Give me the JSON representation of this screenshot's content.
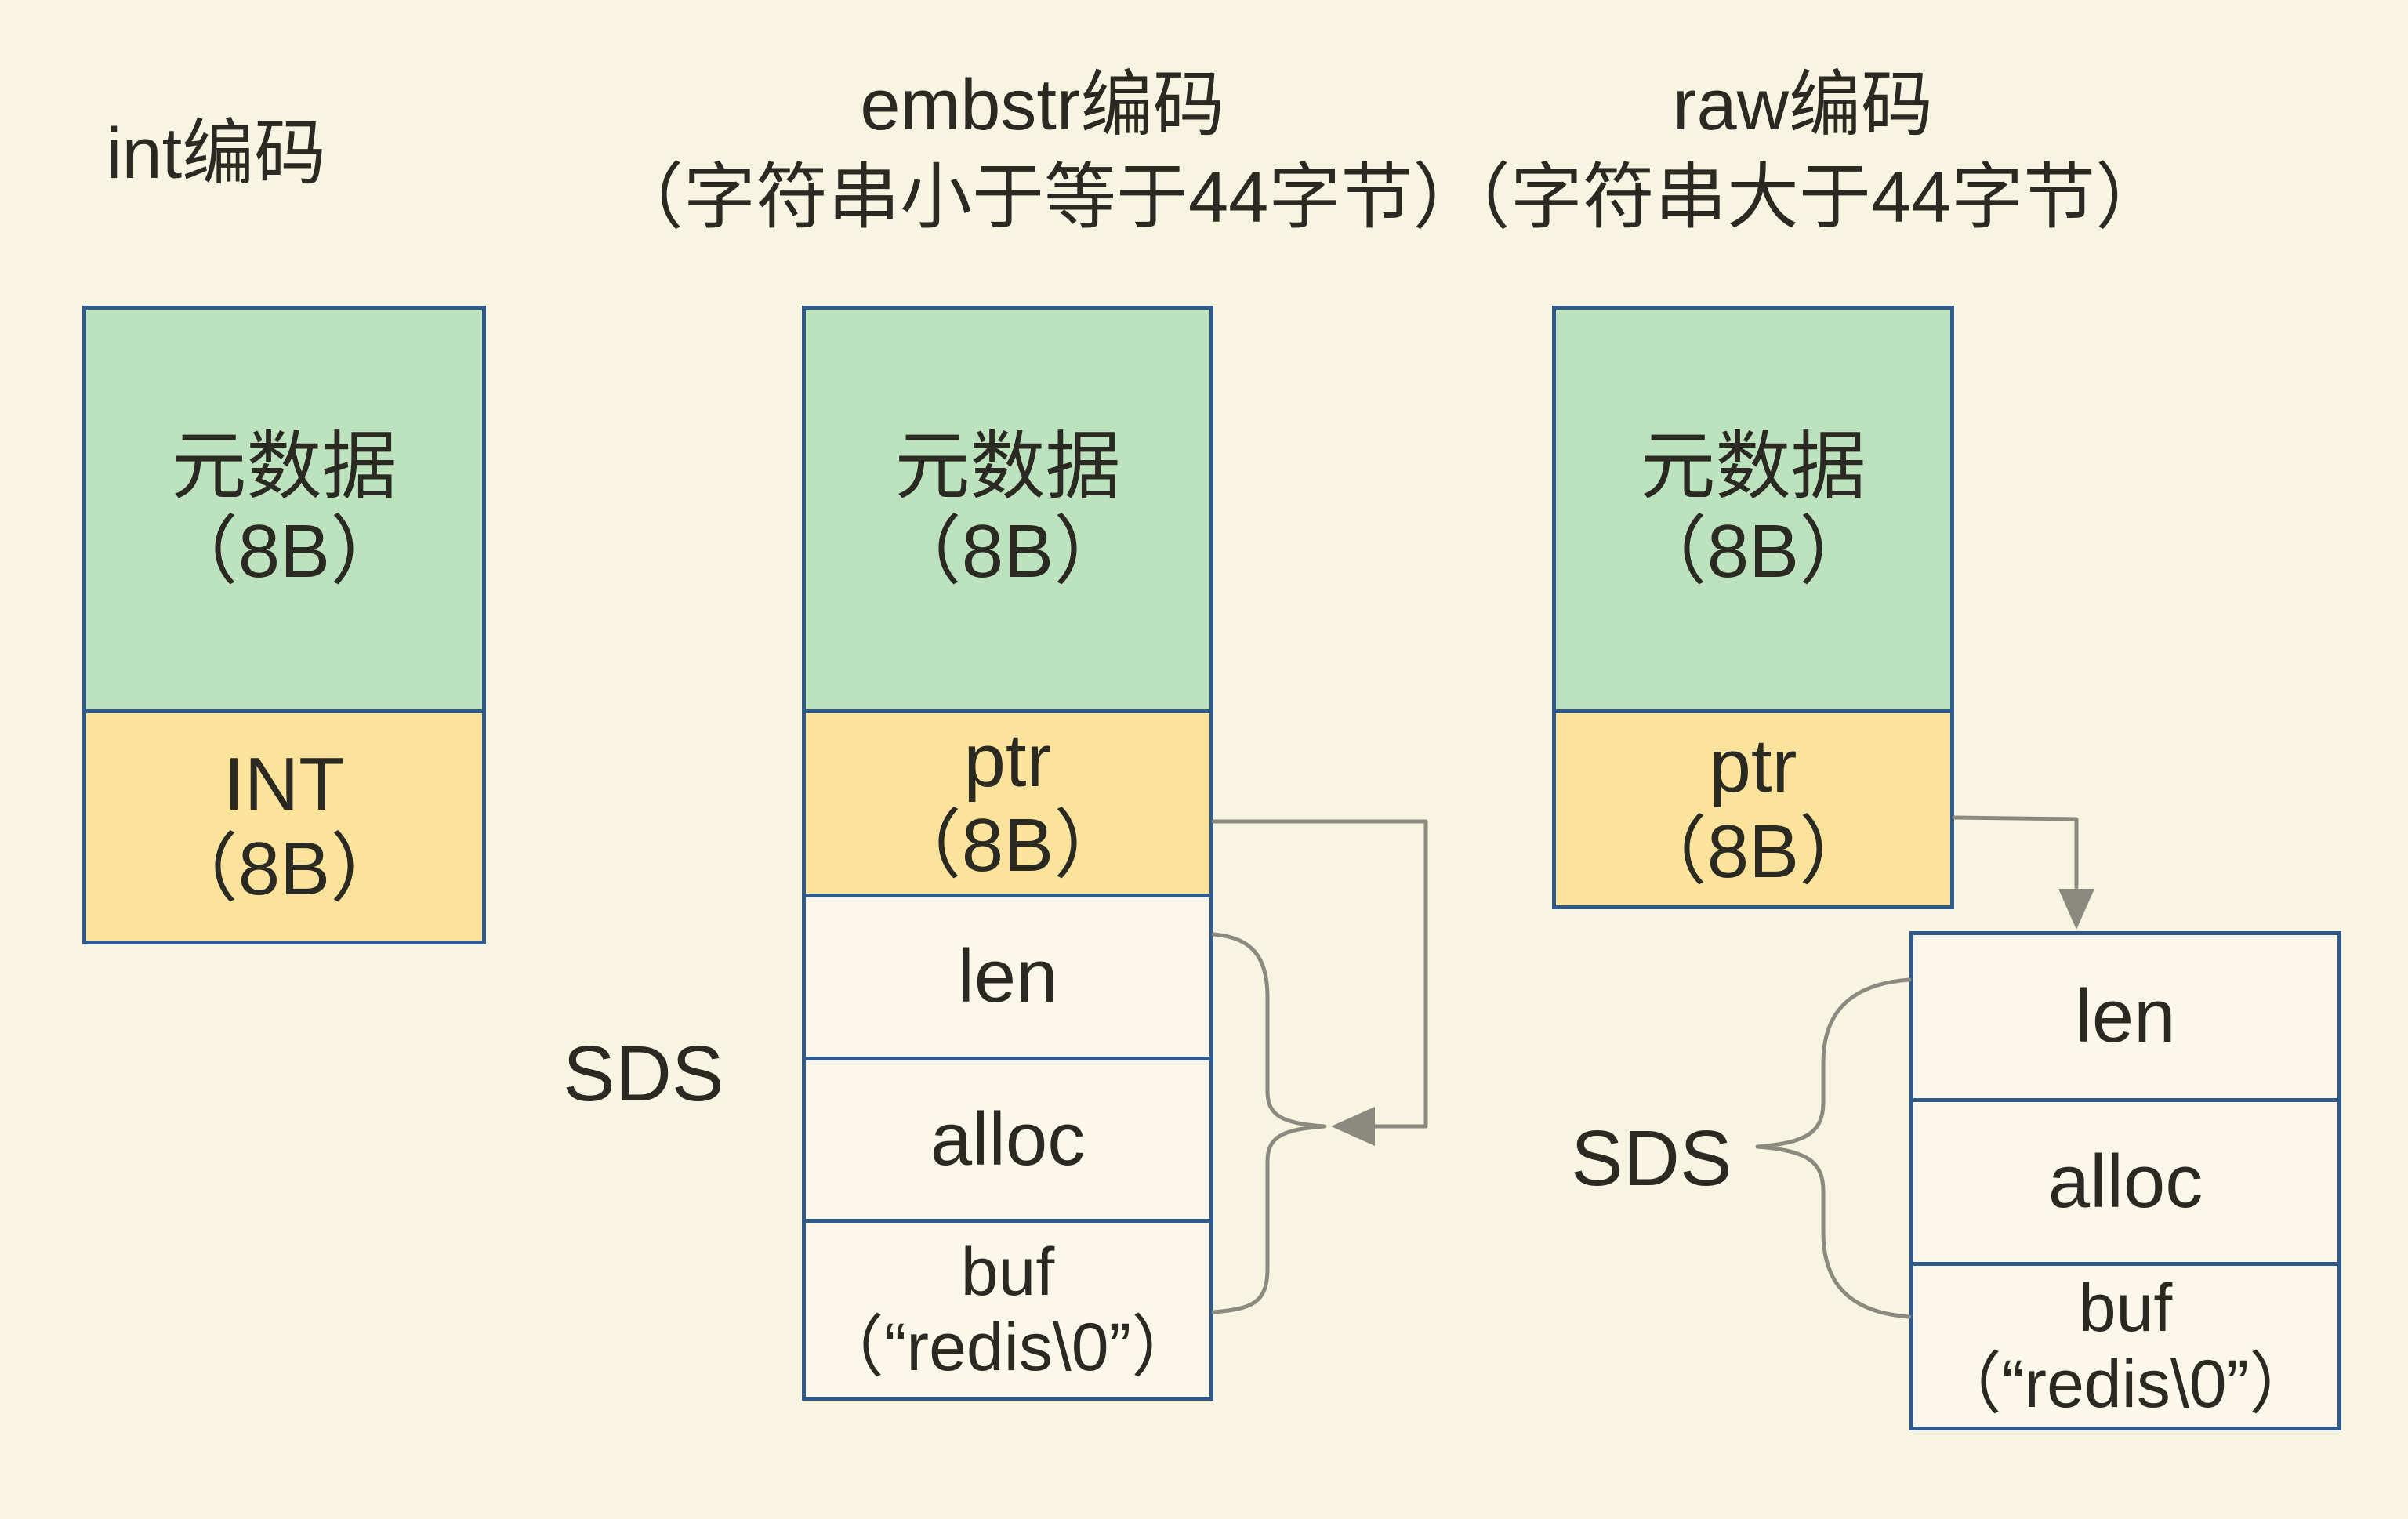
{
  "colors": {
    "background": "#F8F4E2",
    "box_fill_white": "#FBF8EB",
    "green_fill": "#BCE3BD",
    "yellow_fill": "#FCE39B",
    "border_blue": "#30598C",
    "connector_gray": "#8A8A7E",
    "text": "#2A2922"
  },
  "columns": {
    "int": {
      "title_lines": [
        "int编码"
      ],
      "cells": {
        "metadata": [
          "元数据",
          "（8B）"
        ],
        "int": [
          "INT",
          "（8B）"
        ]
      }
    },
    "embstr": {
      "title_lines": [
        "embstr编码",
        "（字符串小于等于44字节）"
      ],
      "cells": {
        "metadata": [
          "元数据",
          "（8B）"
        ],
        "ptr": [
          "ptr",
          "（8B）"
        ],
        "len": "len",
        "alloc": "alloc",
        "buf": [
          "buf",
          "（“redis\\0”）"
        ]
      },
      "sds_label": "SDS"
    },
    "raw": {
      "title_lines": [
        "raw编码",
        "（字符串大于44字节）"
      ],
      "cells": {
        "metadata": [
          "元数据",
          "（8B）"
        ],
        "ptr": [
          "ptr",
          "（8B）"
        ]
      },
      "sds": {
        "label": "SDS",
        "cells": {
          "len": "len",
          "alloc": "alloc",
          "buf": [
            "buf",
            "（“redis\\0”）"
          ]
        }
      }
    }
  }
}
